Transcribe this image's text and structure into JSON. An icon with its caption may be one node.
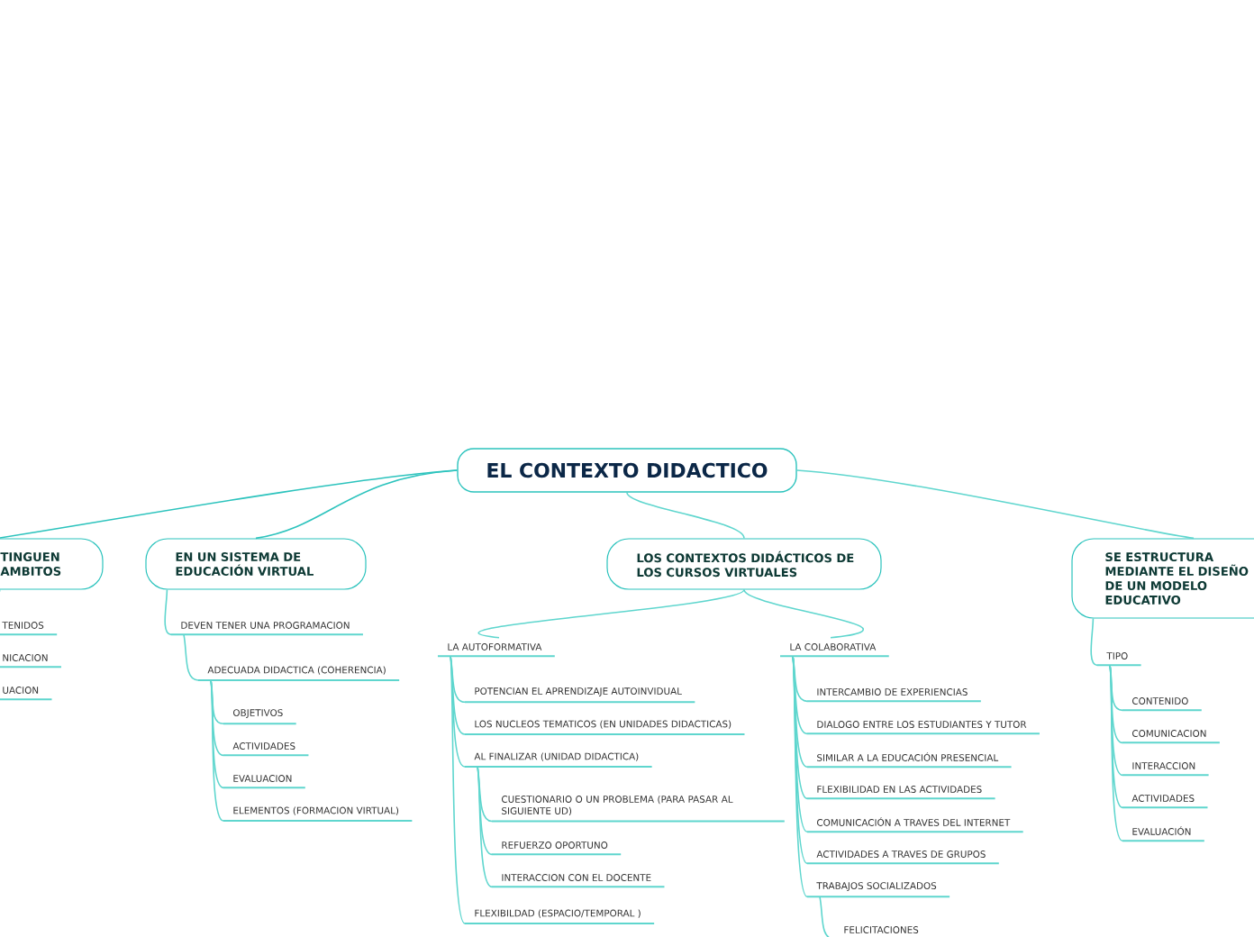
{
  "diagram": {
    "nodes": [
      {
        "text": [
          "EL CONTEXTO DIDACTICO"
        ]
      },
      {
        "text": [
          "TINGUEN AMBITOS"
        ]
      },
      {
        "text": [
          "EN UN SISTEMA DE EDUCACIÓN VIRTUAL"
        ]
      },
      {
        "text": [
          "LOS CONTEXTOS DIDÁCTICOS DE LOS CURSOS VIRTUALES"
        ]
      },
      {
        "text": [
          "SE ESTRUCTURA MEDIANTE EL DISEÑO DE UN MODELO EDUCATIVO"
        ]
      },
      {
        "text": [
          "TENIDOS"
        ]
      },
      {
        "text": [
          "NICACION"
        ]
      },
      {
        "text": [
          "UACION"
        ]
      },
      {
        "text": [
          "DEVEN TENER UNA PROGRAMACION"
        ]
      },
      {
        "text": [
          "ADECUADA DIDACTICA (COHERENCIA)"
        ]
      },
      {
        "text": [
          "OBJETIVOS"
        ]
      },
      {
        "text": [
          "ACTIVIDADES"
        ]
      },
      {
        "text": [
          "EVALUACION"
        ]
      },
      {
        "text": [
          "ELEMENTOS (FORMACION VIRTUAL)"
        ]
      },
      {
        "text": [
          "LA AUTOFORMATIVA"
        ]
      },
      {
        "text": [
          "POTENCIAN EL APRENDIZAJE AUTOINVIDUAL"
        ]
      },
      {
        "text": [
          "LOS NUCLEOS TEMATICOS (EN UNIDADES DIDACTICAS)"
        ]
      },
      {
        "text": [
          "AL FINALIZAR (UNIDAD DIDACTICA)"
        ]
      },
      {
        "text": [
          "CUESTIONARIO  O UN PROBLEMA (PARA PASAR AL SIGUIENTE UD)"
        ]
      },
      {
        "text": [
          "REFUERZO OPORTUNO"
        ]
      },
      {
        "text": [
          "INTERACCION CON EL DOCENTE"
        ]
      },
      {
        "text": [
          "FLEXIBILDAD (ESPACIO/TEMPORAL )"
        ]
      },
      {
        "text": [
          "LA COLABORATIVA"
        ]
      },
      {
        "text": [
          "INTERCAMBIO DE EXPERIENCIAS"
        ]
      },
      {
        "text": [
          "DIALOGO ENTRE LOS ESTUDIANTES Y TUTOR"
        ]
      },
      {
        "text": [
          "SIMILAR A LA EDUCACIÓN PRESENCIAL"
        ]
      },
      {
        "text": [
          "FLEXIBILIDAD EN LAS ACTIVIDADES"
        ]
      },
      {
        "text": [
          "COMUNICACIÓN A TRAVES DEL INTERNET"
        ]
      },
      {
        "text": [
          "ACTIVIDADES A TRAVES DE GRUPOS"
        ]
      },
      {
        "text": [
          "TRABAJOS SOCIALIZADOS"
        ]
      },
      {
        "text": [
          "FELICITACIONES"
        ]
      },
      {
        "text": [
          "TIPO"
        ]
      },
      {
        "text": [
          "CONTENIDO"
        ]
      },
      {
        "text": [
          "COMUNICACION"
        ]
      },
      {
        "text": [
          "INTERACCION"
        ]
      },
      {
        "text": [
          "ACTIVIDADES"
        ]
      },
      {
        "text": [
          "EVALUACIÓN"
        ]
      }
    ],
    "edges": [
      {
        "from": 0,
        "to": 1,
        "arrow": "none"
      },
      {
        "from": 0,
        "to": 2,
        "arrow": "none"
      },
      {
        "from": 0,
        "to": 3,
        "arrow": "none"
      },
      {
        "from": 0,
        "to": 4,
        "arrow": "none"
      },
      {
        "from": 1,
        "to": 5,
        "arrow": "none"
      },
      {
        "from": 1,
        "to": 6,
        "arrow": "none"
      },
      {
        "from": 1,
        "to": 7,
        "arrow": "none"
      },
      {
        "from": 2,
        "to": 8,
        "arrow": "none"
      },
      {
        "from": 8,
        "to": 9,
        "arrow": "none"
      },
      {
        "from": 9,
        "to": 10,
        "arrow": "none"
      },
      {
        "from": 9,
        "to": 11,
        "arrow": "none"
      },
      {
        "from": 9,
        "to": 12,
        "arrow": "none"
      },
      {
        "from": 9,
        "to": 13,
        "arrow": "none"
      },
      {
        "from": 3,
        "to": 14,
        "arrow": "none"
      },
      {
        "from": 14,
        "to": 15,
        "arrow": "none"
      },
      {
        "from": 14,
        "to": 16,
        "arrow": "none"
      },
      {
        "from": 14,
        "to": 17,
        "arrow": "none"
      },
      {
        "from": 17,
        "to": 18,
        "arrow": "none"
      },
      {
        "from": 17,
        "to": 19,
        "arrow": "none"
      },
      {
        "from": 17,
        "to": 20,
        "arrow": "none"
      },
      {
        "from": 14,
        "to": 21,
        "arrow": "none"
      },
      {
        "from": 3,
        "to": 22,
        "arrow": "none"
      },
      {
        "from": 22,
        "to": 23,
        "arrow": "none"
      },
      {
        "from": 22,
        "to": 24,
        "arrow": "none"
      },
      {
        "from": 22,
        "to": 25,
        "arrow": "none"
      },
      {
        "from": 22,
        "to": 26,
        "arrow": "none"
      },
      {
        "from": 22,
        "to": 27,
        "arrow": "none"
      },
      {
        "from": 22,
        "to": 28,
        "arrow": "none"
      },
      {
        "from": 22,
        "to": 29,
        "arrow": "none"
      },
      {
        "from": 29,
        "to": 30,
        "arrow": "none"
      },
      {
        "from": 4,
        "to": 31,
        "arrow": "none"
      },
      {
        "from": 31,
        "to": 32,
        "arrow": "none"
      },
      {
        "from": 31,
        "to": 33,
        "arrow": "none"
      },
      {
        "from": 31,
        "to": 34,
        "arrow": "none"
      },
      {
        "from": 31,
        "to": 35,
        "arrow": "none"
      },
      {
        "from": 31,
        "to": 36,
        "arrow": "none"
      }
    ]
  }
}
